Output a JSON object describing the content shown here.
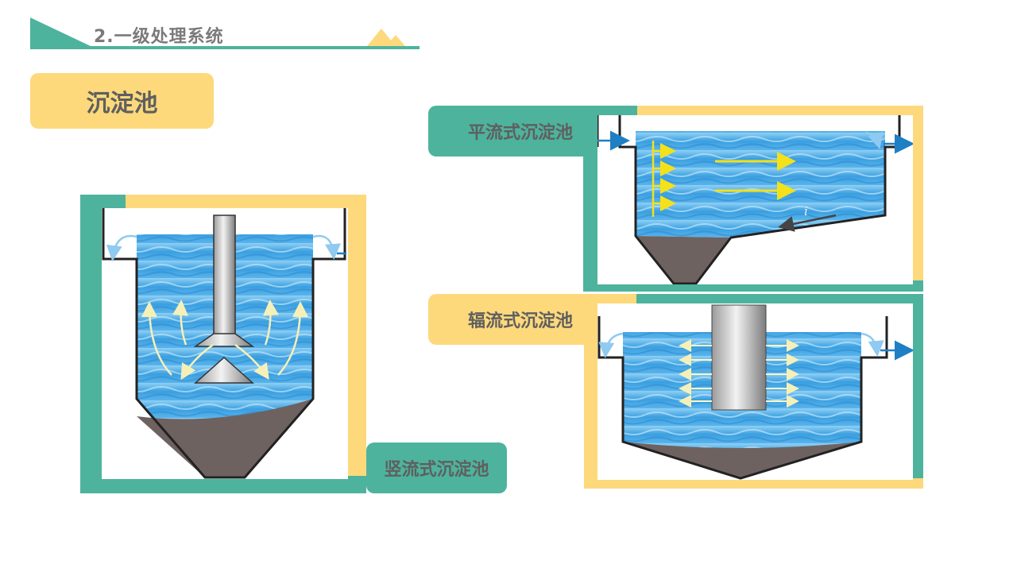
{
  "header": {
    "title": "2.一级处理系统"
  },
  "section_tag": "沉淀池",
  "tanks": {
    "vertical": {
      "label": "竖流式沉淀池"
    },
    "horizontal": {
      "label": "平流式沉淀池",
      "slope_symbol": "i"
    },
    "radial": {
      "label": "辐流式沉淀池"
    }
  },
  "colors": {
    "teal": "#4db39d",
    "yellow": "#fdd97c",
    "water": "#3a9fe0",
    "sludge": "#6e6260",
    "label_text": "#5f5f5f"
  }
}
